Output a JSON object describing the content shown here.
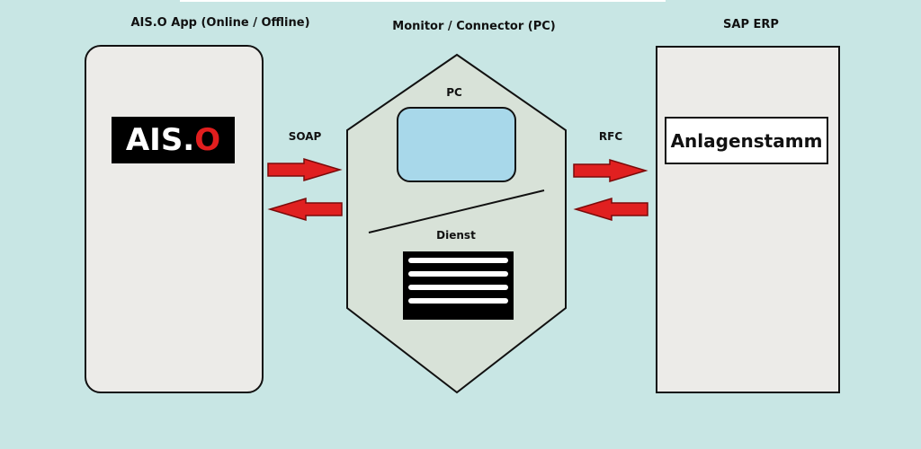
{
  "titles": {
    "app": "AIS.O App  (Online / Offline)",
    "monitor": "Monitor / Connector  (PC)",
    "erp": "SAP ERP"
  },
  "logo": {
    "main": "AIS.",
    "accent": "O"
  },
  "monitor": {
    "pc_label": "PC",
    "service_label": "Dienst"
  },
  "connections": {
    "left": "SOAP",
    "right": "RFC"
  },
  "erp": {
    "module": "Anlagenstamm"
  },
  "colors": {
    "background": "#c8e6e4",
    "box": "#ecebe8",
    "hexagon": "#d8e2d8",
    "screen": "#a8d8ea",
    "arrow": "#e02020",
    "logo_accent": "#e11e1e"
  }
}
